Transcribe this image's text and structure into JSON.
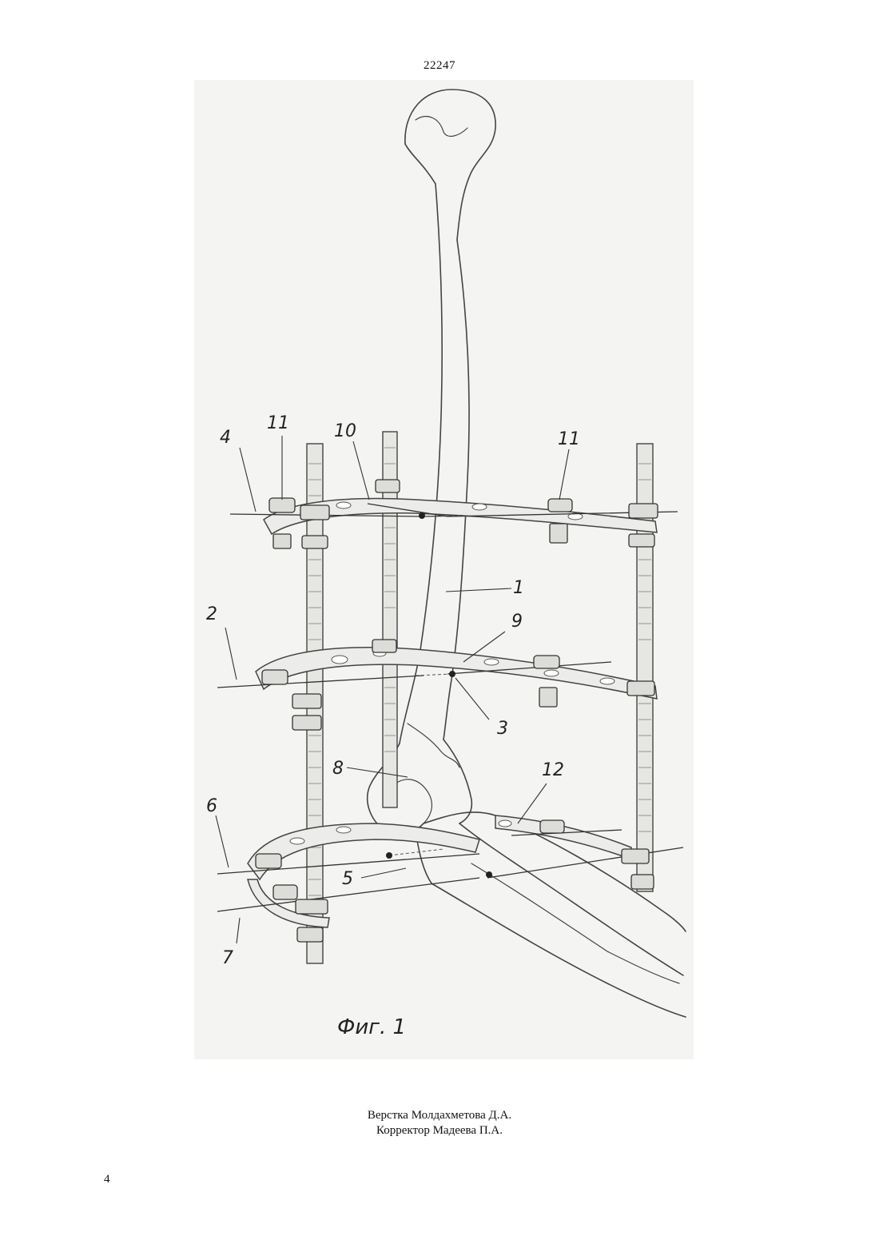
{
  "document": {
    "patent_number": "22247",
    "page_number": "4"
  },
  "figure": {
    "caption": "Фиг. 1",
    "labels": {
      "l1": "1",
      "l2": "2",
      "l3": "3",
      "l4": "4",
      "l5": "5",
      "l6": "6",
      "l7": "7",
      "l8": "8",
      "l9": "9",
      "l10": "10",
      "l11a": "11",
      "l11b": "11",
      "l12": "12"
    }
  },
  "credits": {
    "layout": "Верстка Молдахметова Д.А.",
    "proofreader": "Корректор Мадеева П.А."
  }
}
